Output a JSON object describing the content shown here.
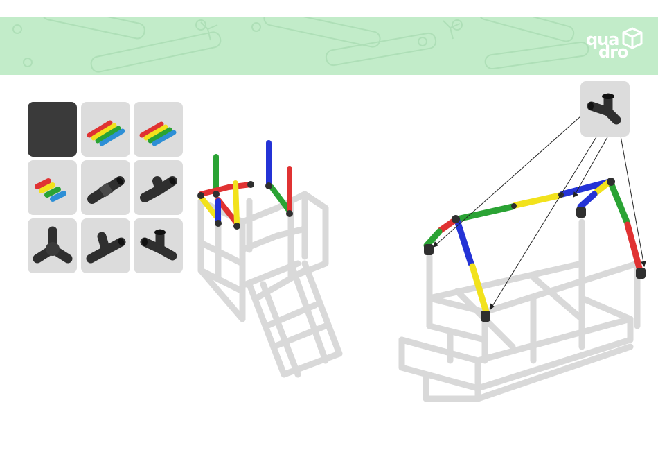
{
  "brand": {
    "line1": "qua",
    "line2": "dro",
    "banner_color": "#c2ecc9"
  },
  "parts": [
    {
      "id": "empty",
      "icon": "blank-slot"
    },
    {
      "id": "tubes-a",
      "icon": "color-tubes-icon"
    },
    {
      "id": "tubes-b",
      "icon": "color-tubes-icon"
    },
    {
      "id": "tubes-c",
      "icon": "color-tubes-short-icon"
    },
    {
      "id": "straight",
      "icon": "straight-connector-icon"
    },
    {
      "id": "elbow",
      "icon": "elbow-connector-icon"
    },
    {
      "id": "three-way",
      "icon": "three-way-connector-icon"
    },
    {
      "id": "tee",
      "icon": "tee-connector-icon"
    },
    {
      "id": "corner",
      "icon": "corner-connector-icon"
    }
  ],
  "colors": {
    "red": "#e03232",
    "yellow": "#f2e21c",
    "green": "#2aa334",
    "blue": "#2433d6",
    "frame": "#d9d9d9",
    "connector": "#2f2f2f"
  },
  "callout": {
    "icon": "corner-connector-icon"
  }
}
